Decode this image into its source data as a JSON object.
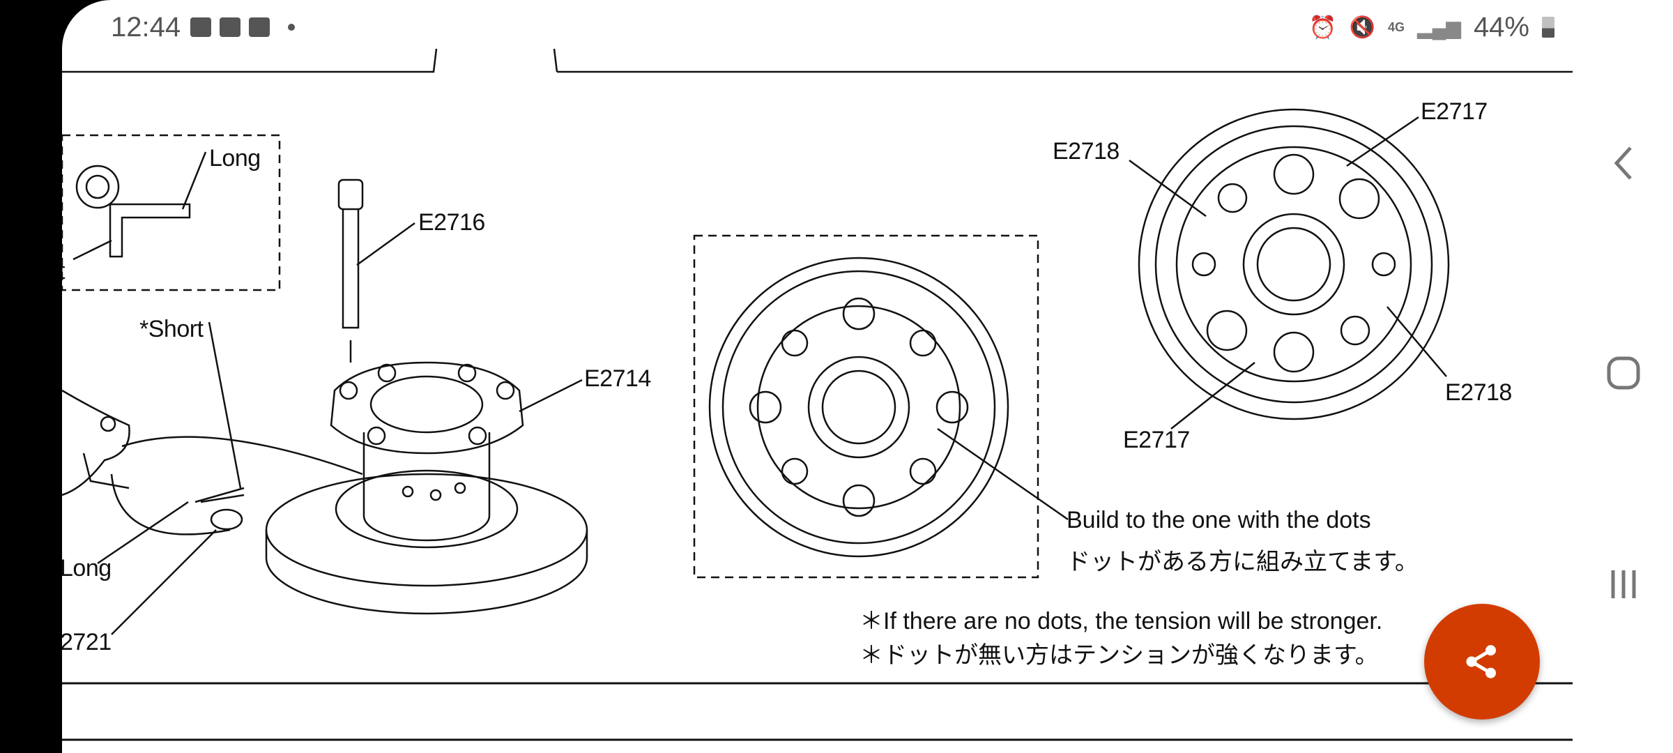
{
  "status_bar": {
    "time": "12:44",
    "notification_icons": [
      "outlook-icon",
      "youtube-icon",
      "gallery-icon",
      "more-dot-icon"
    ],
    "system_icons": [
      "alarm-icon",
      "mute-icon",
      "4g-icon",
      "signal-icon"
    ],
    "network": "4G",
    "battery": "44%",
    "battery_level": 44
  },
  "diagram": {
    "labels": {
      "long_top": "Long",
      "short_cut": "t",
      "e2716": "E2716",
      "short": "*Short",
      "e2714": "E2714",
      "long_bottom": "Long",
      "e2721": "2721",
      "e2717_top": "E2717",
      "e2718_left": "E2718",
      "e2718_right": "E2718",
      "e2717_bottom": "E2717"
    },
    "build_en": "Build to the one with the dots",
    "build_jp": "ドットがある方に組み立てます。",
    "note_en": "＊If there are no dots, the tension will be stronger.",
    "note_jp": "＊ドットが無い方はテンションが強くなります。"
  },
  "fab": {
    "icon": "share-icon",
    "color": "#D33C00"
  },
  "nav_bar": {
    "icons": [
      "back-icon",
      "home-icon",
      "recents-icon"
    ]
  }
}
